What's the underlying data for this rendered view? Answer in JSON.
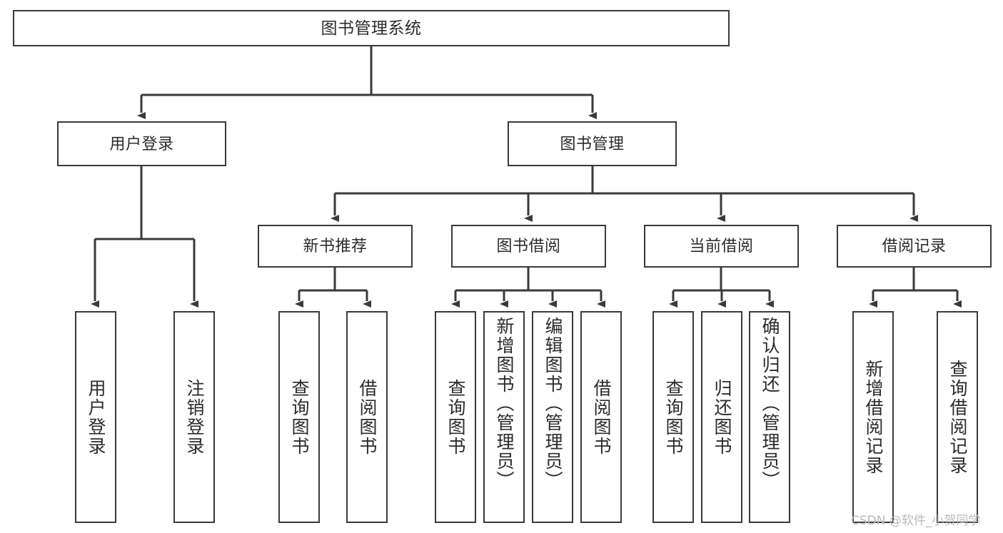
{
  "diagram": {
    "title": "图书管理系统",
    "type": "tree-hierarchy-diagram",
    "colors": {
      "stroke": "#3a3a3a",
      "fill": "#ffffff",
      "text": "#2b2b2b",
      "watermark": "#b9b9b9"
    },
    "root": {
      "label": "图书管理系统"
    },
    "level2": [
      {
        "label": "用户登录"
      },
      {
        "label": "图书管理"
      }
    ],
    "level3": [
      {
        "label": "新书推荐"
      },
      {
        "label": "图书借阅"
      },
      {
        "label": "当前借阅"
      },
      {
        "label": "借阅记录"
      }
    ],
    "leaves": {
      "user_login": [
        {
          "label": "用户登录"
        },
        {
          "label": "注销登录"
        }
      ],
      "new_book": [
        {
          "label": "查询图书"
        },
        {
          "label": "借阅图书"
        }
      ],
      "book_borrow": [
        {
          "label": "查询图书"
        },
        {
          "label": "新增图书（管理员）"
        },
        {
          "label": "编辑图书（管理员）"
        },
        {
          "label": "借阅图书"
        }
      ],
      "current_borrow": [
        {
          "label": "查询图书"
        },
        {
          "label": "归还图书"
        },
        {
          "label": "确认归还（管理员）"
        }
      ],
      "borrow_record": [
        {
          "label": "新增借阅记录"
        },
        {
          "label": "查询借阅记录"
        }
      ]
    }
  },
  "watermark": {
    "text": "CSDN @软件_小贺同学"
  }
}
